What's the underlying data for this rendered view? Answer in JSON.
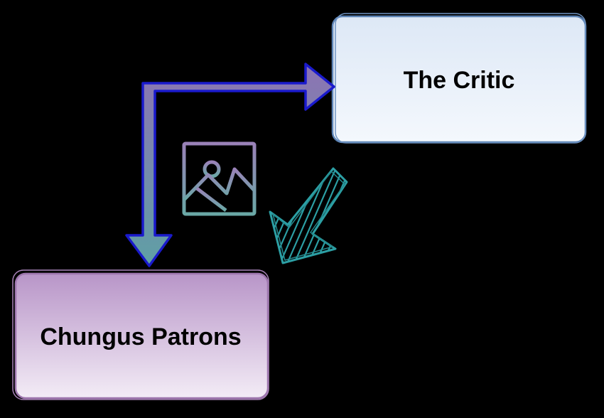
{
  "diagram": {
    "nodes": {
      "critic": {
        "label": "The Critic",
        "fill_top": "#dde8f6",
        "fill_bottom": "#f4f8fd",
        "stroke": "#5d84b6"
      },
      "patrons": {
        "label": "Chungus Patrons",
        "fill_top": "#b895c8",
        "fill_bottom": "#f3ecf6",
        "stroke": "#9d75ad"
      }
    },
    "connector": {
      "from": "critic",
      "to": "patrons",
      "style": "bidirectional-elbow-arrow",
      "fill_top": "#8d73b3",
      "fill_bottom": "#5fa0a5",
      "stroke": "#1a1acc"
    },
    "decorations": {
      "image_icon": {
        "icon": "image-placeholder-icon",
        "gradient_top": "#9a82b8",
        "gradient_bottom": "#6aa8a6"
      },
      "hatched_arrow": {
        "icon": "hatched-arrow-icon",
        "direction": "down-left",
        "stroke": "#2c9fa4"
      }
    }
  }
}
